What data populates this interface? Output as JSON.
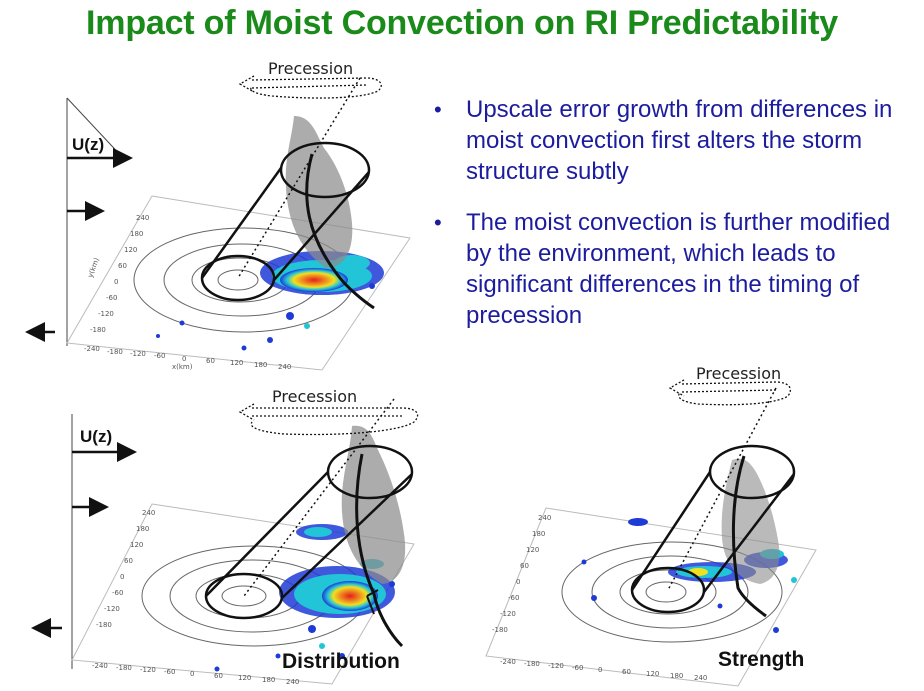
{
  "title": "Impact of Moist Convection on RI Predictability",
  "bullets": [
    "Upscale error growth from differences in moist convection first alters the storm structure subtly",
    "The moist convection is further modified by the environment, which leads to significant differences in the timing of precession"
  ],
  "panels": {
    "top": {
      "precession_label": "Precession",
      "wind_label": "U(z)",
      "x_axis_title": "x(km)",
      "y_axis_title": "y(km)",
      "x_ticks": [
        "-240",
        "-180",
        "-120",
        "-60",
        "0",
        "60",
        "120",
        "180",
        "240"
      ],
      "y_ticks": [
        "240",
        "180",
        "120",
        "60",
        "0",
        "-60",
        "-120",
        "-180"
      ]
    },
    "bottom_left": {
      "precession_label": "Precession",
      "wind_label": "U(z)",
      "caption": "Distribution",
      "x_ticks": [
        "-240",
        "-180",
        "-120",
        "-60",
        "0",
        "60",
        "120",
        "180",
        "240"
      ],
      "y_ticks": [
        "240",
        "180",
        "120",
        "60",
        "0",
        "-60",
        "-120",
        "-180"
      ]
    },
    "bottom_right": {
      "precession_label": "Precession",
      "caption": "Strength",
      "x_ticks": [
        "-240",
        "-180",
        "-120",
        "-60",
        "0",
        "60",
        "120",
        "180",
        "240"
      ],
      "y_ticks": [
        "240",
        "180",
        "120",
        "60",
        "0",
        "-60",
        "-120",
        "-180"
      ]
    }
  },
  "colors": {
    "title": "#1a8a1a",
    "bullets": "#1c1c9e",
    "plume": "#8c8c8c",
    "precip_low": "#1f3bd6",
    "precip_mid": "#22c4d8",
    "precip_high": "#f0e020",
    "precip_max": "#e0201a"
  }
}
